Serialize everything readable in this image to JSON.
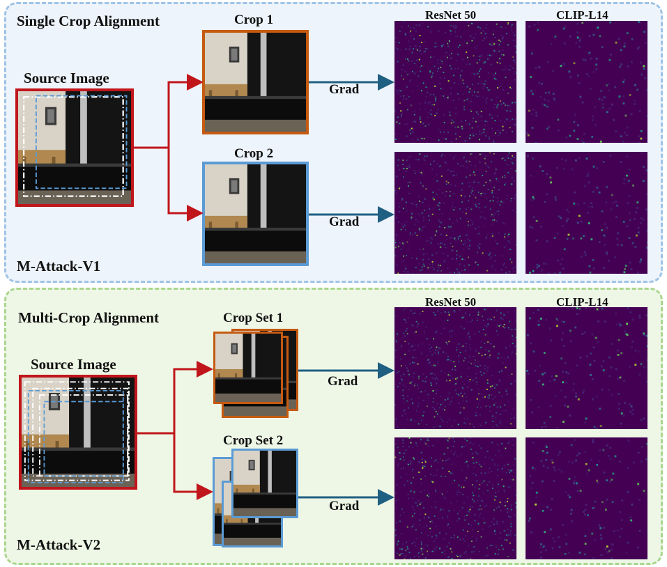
{
  "top_panel": {
    "title": "Single Crop Alignment",
    "source_label": "Source Image",
    "crop1_label": "Crop 1",
    "crop2_label": "Crop 2",
    "grad_label_1": "Grad",
    "grad_label_2": "Grad",
    "resnet_label": "ResNet 50",
    "clip_label": "CLIP-L14",
    "method_label": "M-Attack-V1"
  },
  "bottom_panel": {
    "title": "Multi-Crop Alignment",
    "source_label": "Source Image",
    "cropset1_label": "Crop Set 1",
    "cropset2_label": "Crop Set 2",
    "grad_label_1": "Grad",
    "grad_label_2": "Grad",
    "resnet_label": "ResNet 50",
    "clip_label": "CLIP-L14",
    "method_label": "M-Attack-V2"
  },
  "colors": {
    "source_frame": "#c0161b",
    "crop1_frame": "#c55a11",
    "crop2_frame": "#5b9bd5",
    "red_arrow": "#c0161b",
    "grad_arrow": "#1f5f82",
    "heatmap_bg": "#440154",
    "top_panel_border": "#9ec3e6",
    "bottom_panel_border": "#a9d68d"
  },
  "icons": [
    "piano-photo",
    "gradient-heatmap",
    "arrow-right"
  ]
}
